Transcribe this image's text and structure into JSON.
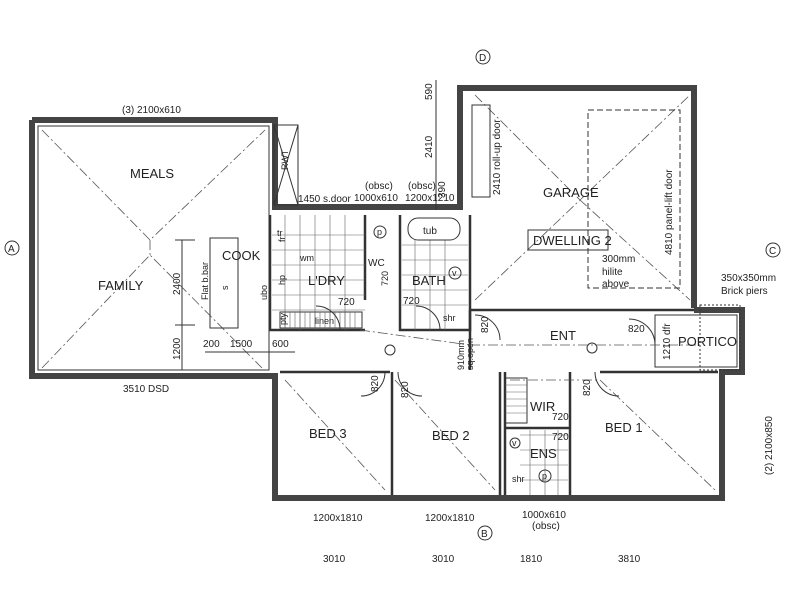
{
  "plan": {
    "rooms": {
      "meals": "MEALS",
      "family": "FAMILY",
      "cook": "COOK",
      "laundry": "L'DRY",
      "wc": "WC",
      "bath": "BATH",
      "garage": "GARAGE",
      "dwelling": "DWELLING 2",
      "entry": "ENT",
      "portico": "PORTICO",
      "bed3": "BED 3",
      "bed2": "BED 2",
      "wir": "WIR",
      "ensuite": "ENS",
      "bed1": "BED 1"
    },
    "fixtures": {
      "tr": "tr",
      "wm": "wm",
      "tub": "tub",
      "linen": "linen",
      "shr_bath": "shr",
      "shr_ens": "shr",
      "p_wc": "p",
      "p_ens": "p",
      "v_bath": "v",
      "v_ens": "v",
      "hp": "hp",
      "pty": "pty",
      "ubo": "ubo",
      "sink": "s",
      "fridge": "fr",
      "rwt": "RWT",
      "flat_bar": "Flat b.bar"
    },
    "annotations": {
      "meals_windows": "(3) 2100x610",
      "sliding_door": "1450 s.door",
      "wc_window_note": "(obsc)",
      "wc_window": "1000x610",
      "bath_window_note": "(obsc)",
      "bath_window": "1200x1210",
      "dim_590": "590",
      "dim_2410": "2410",
      "dim_390": "390",
      "rollup_door": "2410 roll-up door",
      "panel_door": "4810 panel-lift door",
      "hilite_1": "300mm",
      "hilite_2": "hilite",
      "hilite_3": "above",
      "piers_1": "350x350mm",
      "piers_2": "Brick piers",
      "front_door": "1210 dfr",
      "door_ent": "820",
      "door_bath_hall": "820",
      "door_bed3": "820",
      "door_bed2": "820",
      "door_bed1": "820",
      "door_ldry": "720",
      "door_wc": "720",
      "door_bath": "720",
      "door_wir": "720",
      "door_ens": "720",
      "sq_open_1": "910mm",
      "sq_open_2": "sq.open",
      "dim_2400": "2400",
      "dim_1200": "1200",
      "dim_200": "200",
      "dim_1500": "1500",
      "dim_600": "600",
      "family_door": "3510  DSD",
      "bed1_windows": "(2) 2100x850",
      "bed3_window": "1200x1810",
      "bed2_window": "1200x1810",
      "ens_window": "1000x610",
      "ens_window_note": "(obsc)",
      "bottom_dims": [
        "3010",
        "3010",
        "1810",
        "3810"
      ]
    },
    "grid_markers": [
      "A",
      "B",
      "C",
      "D"
    ]
  }
}
